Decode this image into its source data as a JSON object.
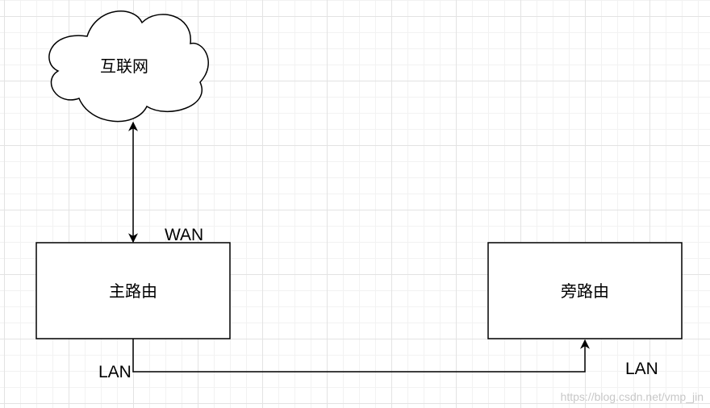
{
  "nodes": {
    "internet": {
      "label": "互联网",
      "shape": "cloud"
    },
    "main_router": {
      "label": "主路由",
      "shape": "rectangle"
    },
    "side_router": {
      "label": "旁路由",
      "shape": "rectangle"
    }
  },
  "edges": [
    {
      "from": "internet",
      "to": "main_router",
      "direction": "bidirectional",
      "label": "WAN"
    },
    {
      "from": "main_router",
      "to": "side_router",
      "direction": "forward",
      "source_label": "LAN",
      "target_label": "LAN"
    }
  ],
  "watermark": "https://blog.csdn.net/vmp_jin",
  "colors": {
    "stroke": "#000000",
    "fill": "#ffffff",
    "grid": "#e3e3e3"
  }
}
